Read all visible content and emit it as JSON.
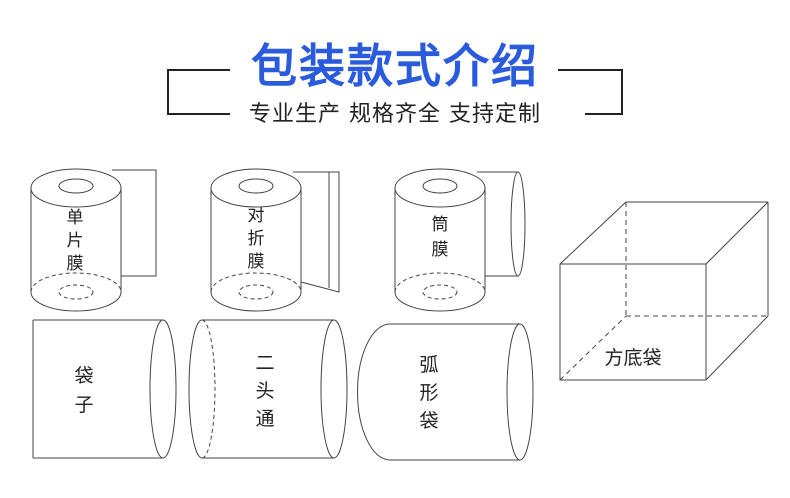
{
  "header": {
    "title": "包装款式介绍",
    "subtitle": "专业生产 规格齐全 支持定制",
    "title_color": "#2a5bdc"
  },
  "items": {
    "single_film": {
      "label": [
        "单",
        "片",
        "膜"
      ]
    },
    "folded_film": {
      "label": [
        "对",
        "折",
        "膜"
      ]
    },
    "tube_film": {
      "label": [
        "筒",
        "膜"
      ]
    },
    "bag": {
      "label": [
        "袋",
        "子"
      ]
    },
    "open_both_ends": {
      "label": [
        "二",
        "头",
        "通"
      ]
    },
    "curved_bag": {
      "label": [
        "弧",
        "形",
        "袋"
      ]
    },
    "square_bottom_bag": {
      "label": "方底袋"
    }
  }
}
